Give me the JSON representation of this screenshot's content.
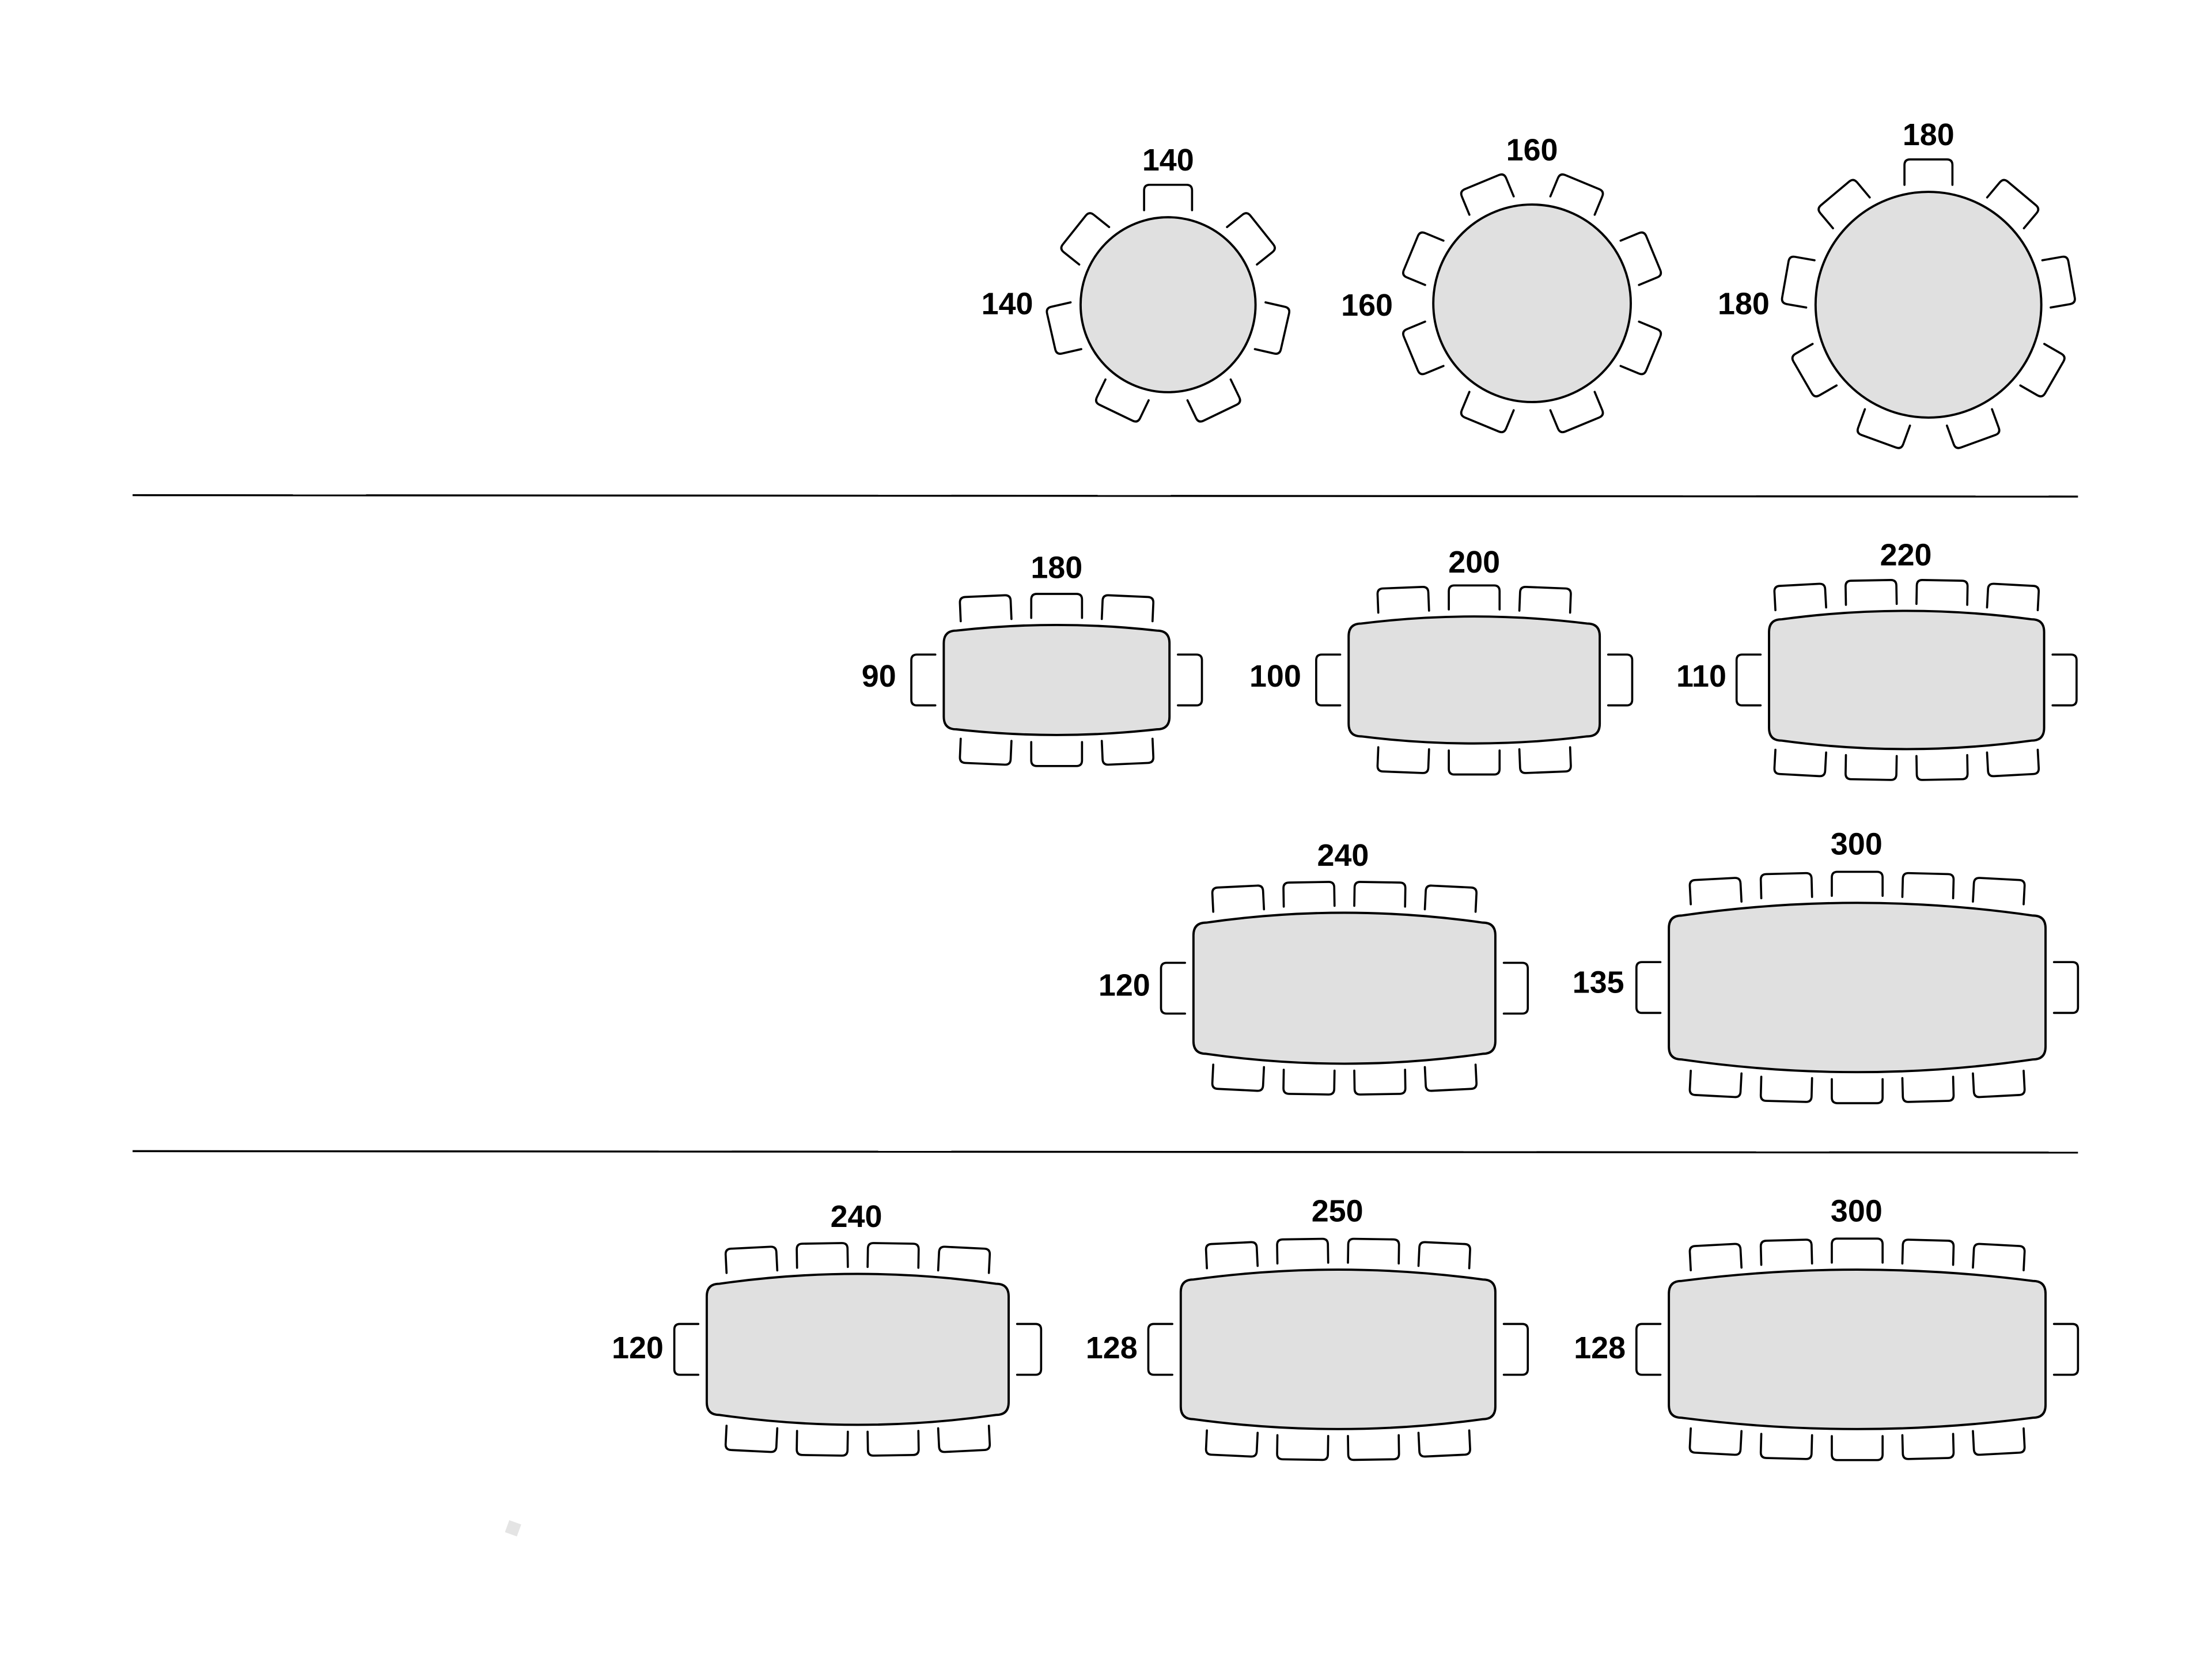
{
  "colors": {
    "table_fill": "#e0e0e0",
    "outline": "#000000",
    "background": "#ffffff"
  },
  "sections": [
    {
      "name": "round-tables",
      "tables": [
        {
          "shape": "round",
          "label_top": "140",
          "label_side": "140",
          "seats": 7
        },
        {
          "shape": "round",
          "label_top": "160",
          "label_side": "160",
          "seats": 8
        },
        {
          "shape": "round",
          "label_top": "180",
          "label_side": "180",
          "seats": 9
        }
      ]
    },
    {
      "name": "rect-tables-a",
      "tables": [
        {
          "shape": "barrel",
          "label_top": "180",
          "label_side": "90",
          "seats_per_long_side": 3,
          "seats_per_end": 1
        },
        {
          "shape": "barrel",
          "label_top": "200",
          "label_side": "100",
          "seats_per_long_side": 3,
          "seats_per_end": 1
        },
        {
          "shape": "barrel",
          "label_top": "220",
          "label_side": "110",
          "seats_per_long_side": 4,
          "seats_per_end": 1
        },
        {
          "shape": "barrel",
          "label_top": "240",
          "label_side": "120",
          "seats_per_long_side": 4,
          "seats_per_end": 1
        },
        {
          "shape": "barrel",
          "label_top": "300",
          "label_side": "135",
          "seats_per_long_side": 5,
          "seats_per_end": 1
        }
      ]
    },
    {
      "name": "rect-tables-b",
      "tables": [
        {
          "shape": "barrel",
          "label_top": "240",
          "label_side": "120",
          "seats_per_long_side": 4,
          "seats_per_end": 1
        },
        {
          "shape": "barrel",
          "label_top": "250",
          "label_side": "128",
          "seats_per_long_side": 4,
          "seats_per_end": 1
        },
        {
          "shape": "barrel",
          "label_top": "300",
          "label_side": "128",
          "seats_per_long_side": 5,
          "seats_per_end": 1
        }
      ]
    }
  ]
}
